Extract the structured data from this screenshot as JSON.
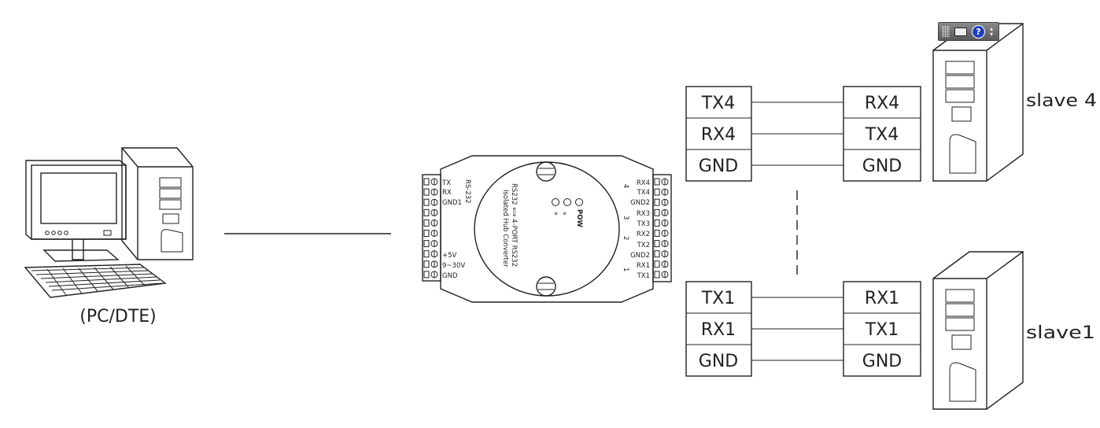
{
  "pc": {
    "caption": "(PC/DTE)"
  },
  "converter": {
    "left_pins": [
      "TX",
      "RX",
      "GND1",
      "+5V",
      "9~30V",
      "GND"
    ],
    "left_header": "RS-232",
    "title": "RS232 ⟺ 4-PORT RS232",
    "subtitle": "Isolated Hub Converter",
    "power_label": "POW",
    "right_pins": [
      "RX4",
      "TX4",
      "GND2",
      "RX3",
      "TX3",
      "RX2",
      "TX2",
      "GND2",
      "RX1",
      "TX1"
    ],
    "port_numbers": [
      "4",
      "3",
      "2",
      "1"
    ]
  },
  "port4": {
    "hub": [
      "TX4",
      "RX4",
      "GND"
    ],
    "slave": [
      "RX4",
      "TX4",
      "GND"
    ],
    "label": "slave 4"
  },
  "port1": {
    "hub": [
      "TX1",
      "RX1",
      "GND"
    ],
    "slave": [
      "RX1",
      "TX1",
      "GND"
    ],
    "label": "slave1"
  }
}
